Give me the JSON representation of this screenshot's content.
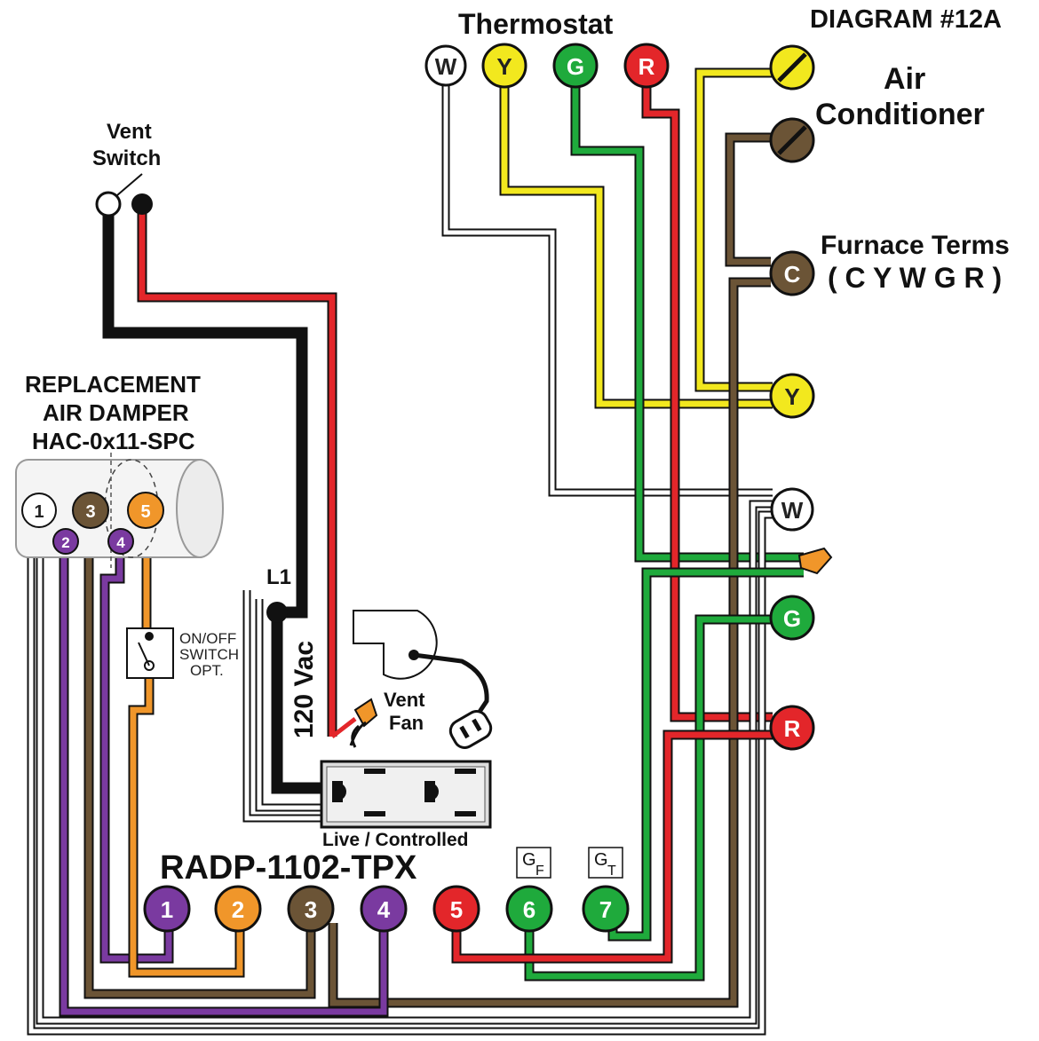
{
  "diagram_title": "DIAGRAM #12A",
  "thermostat": {
    "title": "Thermostat",
    "terminals": [
      {
        "label": "W",
        "color": "#ffffff"
      },
      {
        "label": "Y",
        "color": "#f2e81e"
      },
      {
        "label": "G",
        "color": "#1faa3c"
      },
      {
        "label": "R",
        "color": "#e3262a"
      }
    ]
  },
  "air_conditioner": {
    "title_line1": "Air",
    "title_line2": "Conditioner"
  },
  "furnace": {
    "title": "Furnace Terms",
    "subtitle": "( C Y W G R )",
    "terminals": [
      {
        "label": "C",
        "color": "#6b5436"
      },
      {
        "label": "Y",
        "color": "#f2e81e"
      },
      {
        "label": "W",
        "color": "#ffffff"
      },
      {
        "label": "G",
        "color": "#1faa3c"
      },
      {
        "label": "R",
        "color": "#e3262a"
      }
    ]
  },
  "vent_switch": {
    "line1": "Vent",
    "line2": "Switch"
  },
  "damper": {
    "line1": "REPLACEMENT",
    "line2": "AIR DAMPER",
    "line3": "HAC-0x11-SPC",
    "terminals": [
      {
        "label": "1",
        "color": "#ffffff"
      },
      {
        "label": "3",
        "color": "#6b5436"
      },
      {
        "label": "5",
        "color": "#f0962a"
      },
      {
        "label": "2",
        "color": "#7a3aa0"
      },
      {
        "label": "4",
        "color": "#7a3aa0"
      }
    ]
  },
  "switch_opt": {
    "line1": "ON/OFF",
    "line2": "SWITCH",
    "line3": "OPT."
  },
  "power": {
    "l1": "L1",
    "voltage": "120 Vac"
  },
  "vent_fan": {
    "line1": "Vent",
    "line2": "Fan"
  },
  "outlet_label": "Live / Controlled",
  "controller": {
    "model": "RADP-1102-TPX",
    "gf_main": "G",
    "gf_sub": "F",
    "gt_main": "G",
    "gt_sub": "T",
    "terminals": [
      {
        "label": "1",
        "color": "#7a3aa0"
      },
      {
        "label": "2",
        "color": "#f0962a"
      },
      {
        "label": "3",
        "color": "#6b5436"
      },
      {
        "label": "4",
        "color": "#7a3aa0"
      },
      {
        "label": "5",
        "color": "#e3262a"
      },
      {
        "label": "6",
        "color": "#1faa3c"
      },
      {
        "label": "7",
        "color": "#1faa3c"
      }
    ]
  },
  "colors": {
    "red": "#e3262a",
    "green": "#1faa3c",
    "yellow": "#f2e81e",
    "brown": "#6b5436",
    "purple": "#7a3aa0",
    "orange": "#f0962a",
    "black": "#111111",
    "white": "#ffffff"
  }
}
